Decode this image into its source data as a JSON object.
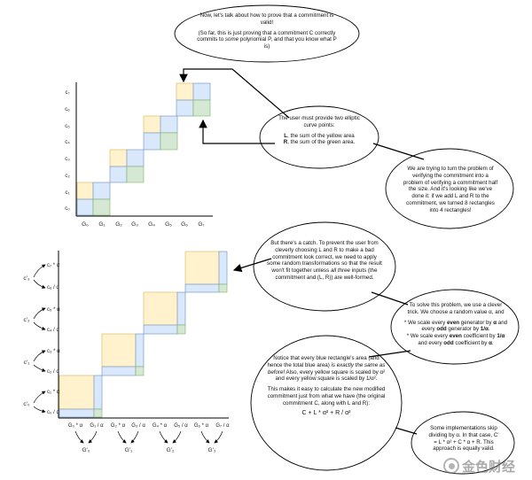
{
  "top_chart": {
    "y_labels": [
      "c₇",
      "c₆",
      "c₅",
      "c₄",
      "c₃",
      "c₂",
      "c₁",
      "c₀"
    ],
    "x_labels": [
      "G₀",
      "G₁",
      "G₂",
      "G₃",
      "G₄",
      "G₅",
      "G₆",
      "G₇"
    ]
  },
  "bottom_chart": {
    "y_labels": [
      "c₇ * α",
      "c₆ / α",
      "c₅ * α",
      "c₄ / α",
      "c₃ * α",
      "c₂ / α",
      "c₁ * α",
      "c₀ / α"
    ],
    "y_group_labels": [
      "c'₃",
      "c'₂",
      "c'₁",
      "c'₀"
    ],
    "x_labels": [
      "G₀ * α",
      "G₁ / α",
      "G₂ * α",
      "G₃ / α",
      "G₄ * α",
      "G₅ / α",
      "G₆ * α",
      "G₇ / α"
    ],
    "x_group_labels": [
      "G'₀",
      "G'₁",
      "G'₂",
      "G'₃"
    ]
  },
  "bubbles": {
    "b1": {
      "line1": "Now, let's talk about how to prove that a commitment is valid!",
      "line2_pre": "(So far, this is just proving that a commitment C correctly commits to ",
      "line2_em": "some",
      "line2_post": " polynomial P, and that you know what P is)"
    },
    "b2": {
      "line1": "The user must provide two elliptic curve points:",
      "l_bold": "L",
      "l_text": ", the sum of the yellow area",
      "r_bold": "R",
      "r_text": ", the sum of the green area."
    },
    "b3": {
      "text": "We are trying to turn the problem of verifying the commitment into a problem of verifying a commitment half the size. And it's looking like we've done it: if we add L and R to the commitment, we turned 8 rectangles into 4 rectangles!"
    },
    "b4": {
      "text_pre": "But there's a catch. To prevent the user from cleverly choosing L and R to make a bad commitment look correct, we need to apply some random transformations so that the result won't fit together unless ",
      "text_em": "all three",
      "text_post": " inputs (the commitment and (L, R)) are well-formed."
    },
    "b5": {
      "line1": "To solve this problem, we use a clever trick. We choose a random value α, and",
      "s1a": "* We scale every ",
      "s1b": "even",
      "s1c": " generator by ",
      "s1d": "α",
      "s1e": " and every ",
      "s1f": "odd",
      "s1g": " generator by ",
      "s1h": "1/α",
      "s1i": ".",
      "s2a": "* We scale every ",
      "s2b": "even",
      "s2c": " coefficient by ",
      "s2d": "1/α",
      "s2e": " and every ",
      "s2f": "odd",
      "s2g": " coefficient by ",
      "s2h": "α",
      "s2i": "."
    },
    "b6": {
      "p1a": "Notice that every blue rectangle's area (and hence the total blue area) ",
      "p1em": "is exactly the same as before",
      "p1b": "! Also, every yellow square is scaled by α² and every yellow square is scaled by 1/α².",
      "p2": "This makes it easy to calculate the new modified commitment just from what we have (the original commitment C, along with L and R):",
      "formula": "C + L * α² + R / α²"
    },
    "b7": {
      "text": "Some implementations skip dividing by α. In that case, C' = L * α² + C * α + R. This approach is equally valid."
    }
  },
  "watermark": {
    "text": "金色财经"
  },
  "colors": {
    "yellow": "#fff2cc",
    "blue": "#dae8fc",
    "green": "#d5e8d4",
    "yellow_border": "#d6b656",
    "blue_border": "#6c8ebf",
    "green_border": "#82b366"
  }
}
